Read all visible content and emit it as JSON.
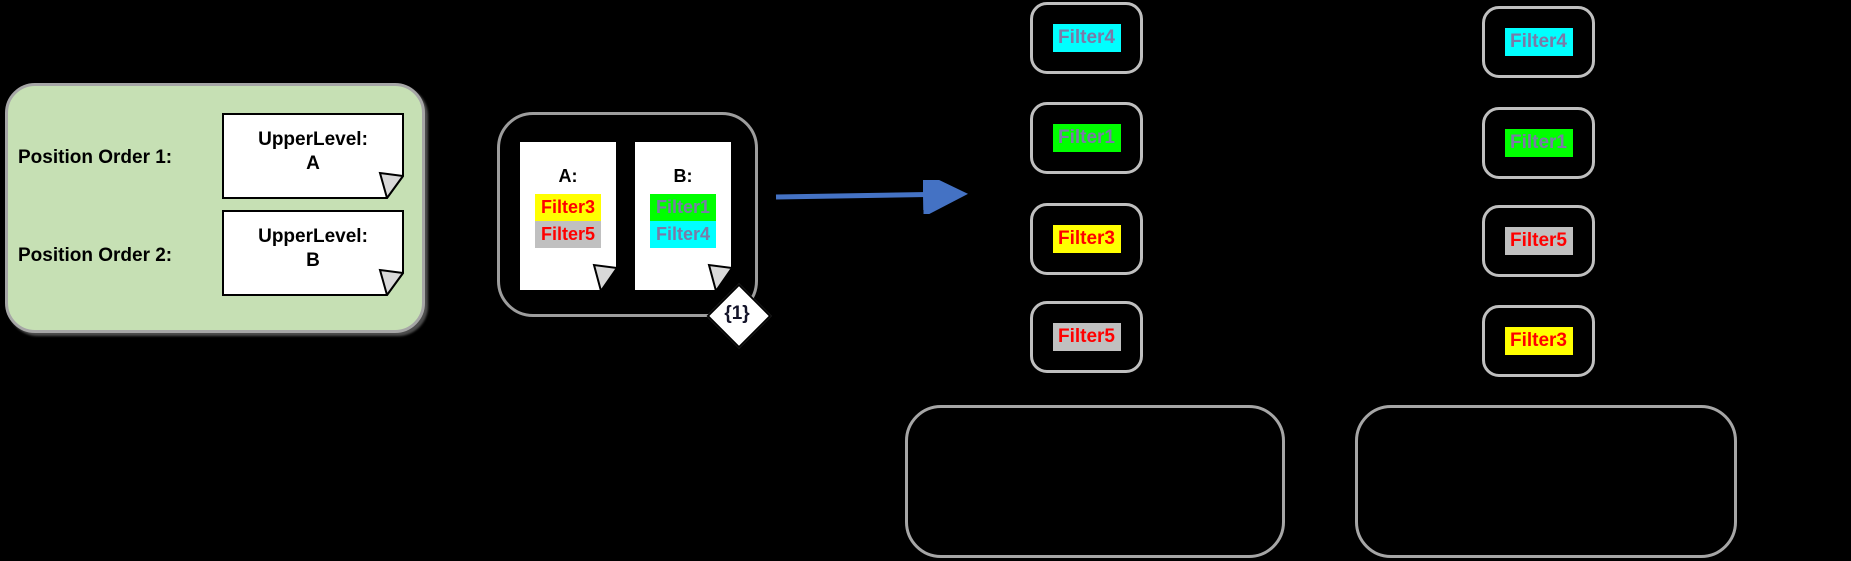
{
  "colors": {
    "background": "#000000",
    "panel_fill": "#c6e0b4",
    "panel_border": "#a6a6a6",
    "group_border": "#9d9d9d",
    "chip_border": "#bfbfbf",
    "note_fill": "#ffffff",
    "note_border": "#000000",
    "note_fold": "#d9d9d9",
    "arrow_blue": "#4472c4",
    "filter_red": "#ff0000",
    "filter_yellow": "#ffff00",
    "filter_silver": "#c0c0c0",
    "filter_green": "#00ff00",
    "filter_cyan": "#00ffff",
    "filter_slate": "#7a7aa8"
  },
  "position_orders_panel": {
    "rows": [
      {
        "label": "Position Order 1:",
        "note_line1": "UpperLevel:",
        "note_line2": "A"
      },
      {
        "label": "Position Order 2:",
        "note_line1": "UpperLevel:",
        "note_line2": "B"
      }
    ]
  },
  "filter_group": {
    "notes": [
      {
        "title": "A:",
        "filters": [
          {
            "label": "Filter3",
            "bg": "#ffff00",
            "fg": "#ff0000"
          },
          {
            "label": "Filter5",
            "bg": "#c0c0c0",
            "fg": "#ff0000"
          }
        ]
      },
      {
        "title": "B:",
        "filters": [
          {
            "label": "Filter1",
            "bg": "#00ff00",
            "fg": "#7a7aa8"
          },
          {
            "label": "Filter4",
            "bg": "#00ffff",
            "fg": "#7a7aa8"
          }
        ]
      }
    ],
    "cardinality_label": "{1}"
  },
  "result_columns": [
    {
      "chips": [
        {
          "label": "Filter4",
          "bg": "#00ffff",
          "fg": "#7a7aa8"
        },
        {
          "label": "Filter1",
          "bg": "#00ff00",
          "fg": "#7a7aa8"
        },
        {
          "label": "Filter3",
          "bg": "#ffff00",
          "fg": "#ff0000"
        },
        {
          "label": "Filter5",
          "bg": "#c0c0c0",
          "fg": "#ff0000"
        }
      ]
    },
    {
      "chips": [
        {
          "label": "Filter4",
          "bg": "#00ffff",
          "fg": "#7a7aa8"
        },
        {
          "label": "Filter1",
          "bg": "#00ff00",
          "fg": "#7a7aa8"
        },
        {
          "label": "Filter5",
          "bg": "#c0c0c0",
          "fg": "#ff0000"
        },
        {
          "label": "Filter3",
          "bg": "#ffff00",
          "fg": "#ff0000"
        }
      ]
    }
  ]
}
